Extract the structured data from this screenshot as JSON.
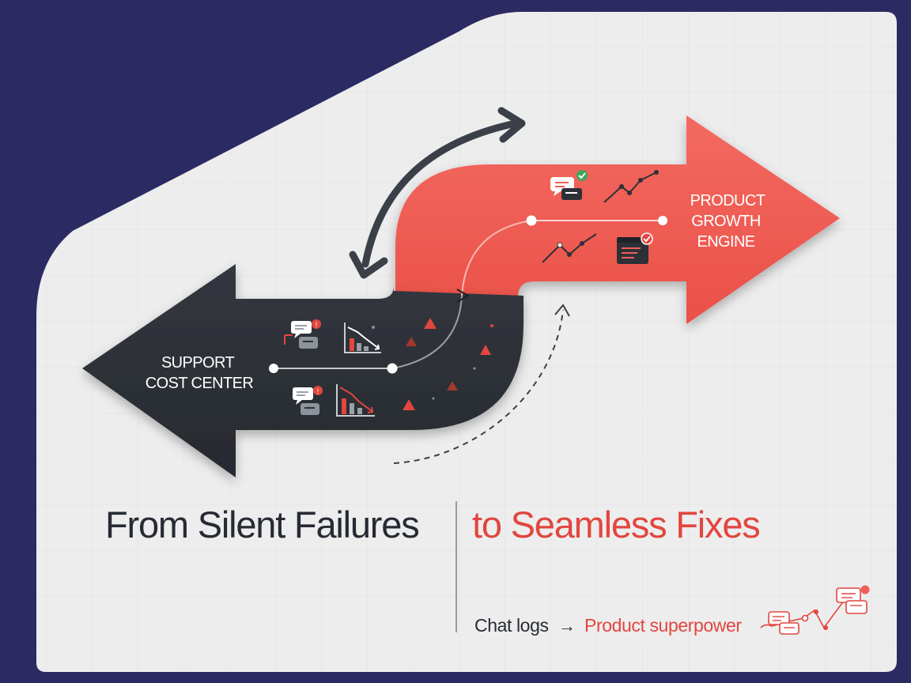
{
  "left_arrow": {
    "label_line1": "SUPPORT",
    "label_line2": "COST CENTER"
  },
  "right_arrow": {
    "label_line1": "PRODUCT",
    "label_line2": "GROWTH",
    "label_line3": "ENGINE"
  },
  "headline": {
    "left": "From Silent Failures",
    "right": "to Seamless Fixes"
  },
  "tagline": {
    "start": "Chat logs",
    "arrow": "→",
    "end": "Product superpower"
  },
  "colors": {
    "background_outer": "#2b2a63",
    "panel": "#ededee",
    "dark_arrow": "#2d3137",
    "coral_arrow": "#f05f56",
    "accent_red": "#e2463e",
    "text_dark": "#262b33"
  },
  "icons": [
    "chat-alert-icon",
    "declining-bar-chart-icon",
    "warning-icon",
    "chat-check-icon",
    "growth-line-chart-icon",
    "dashboard-check-icon",
    "cycle-arrow-icon",
    "dashed-curve-arrow-icon"
  ]
}
